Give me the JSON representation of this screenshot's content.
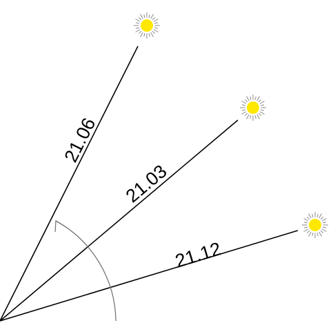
{
  "diagram": {
    "rays": [
      {
        "id": "top",
        "label": "21.06"
      },
      {
        "id": "middle",
        "label": "21.03"
      },
      {
        "id": "bottom",
        "label": "21.12"
      }
    ],
    "colors": {
      "sun_core": "#FFE800",
      "sun_rays": "#888888",
      "lines": "#000000",
      "arc": "#777777"
    },
    "icons": [
      "sun-icon",
      "arrowhead-icon"
    ]
  }
}
